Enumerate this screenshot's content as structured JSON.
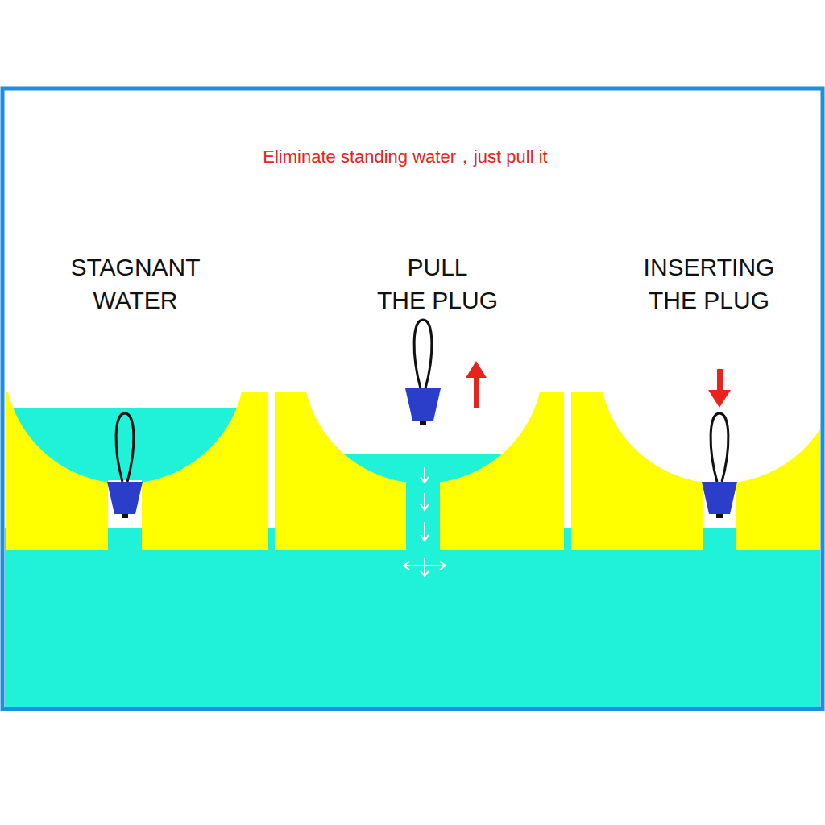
{
  "diagram": {
    "title": "Eliminate standing water，just pull it",
    "labels": [
      "STAGNANT WATER",
      "PULL THE PLUG",
      "INSERTING THE PLUG"
    ]
  }
}
